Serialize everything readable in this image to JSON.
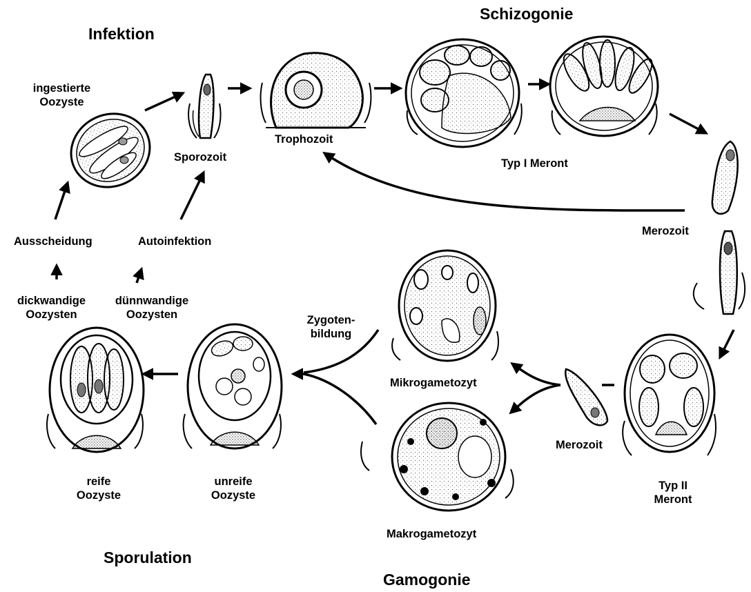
{
  "diagram": {
    "titles": {
      "infektion": "Infektion",
      "schizogonie": "Schizogonie",
      "sporulation": "Sporulation",
      "gamogonie": "Gamogonie"
    },
    "labels": {
      "ingestierte_oozyste": [
        "ingestierte",
        "Oozyste"
      ],
      "sporozoit": "Sporozoit",
      "trophozoit": "Trophozoit",
      "typ1_meront": "Typ I Meront",
      "merozoit_right": "Merozoit",
      "ausscheidung": "Ausscheidung",
      "autoinfektion": "Autoinfektion",
      "dickwandige": [
        "dickwandige",
        "Oozysten"
      ],
      "duennwandige": [
        "dünnwandige",
        "Oozysten"
      ],
      "zygotenbildung": [
        "Zygoten-",
        "bildung"
      ],
      "mikrogametozyt": "Mikrogametozyt",
      "makrogametozyt": "Makrogametozyt",
      "merozoit_bottom": "Merozoit",
      "typ2_meront": [
        "Typ II",
        "Meront"
      ],
      "reife_oozyste": [
        "reife",
        "Oozyste"
      ],
      "unreife_oozyste": [
        "unreife",
        "Oozyste"
      ]
    }
  }
}
